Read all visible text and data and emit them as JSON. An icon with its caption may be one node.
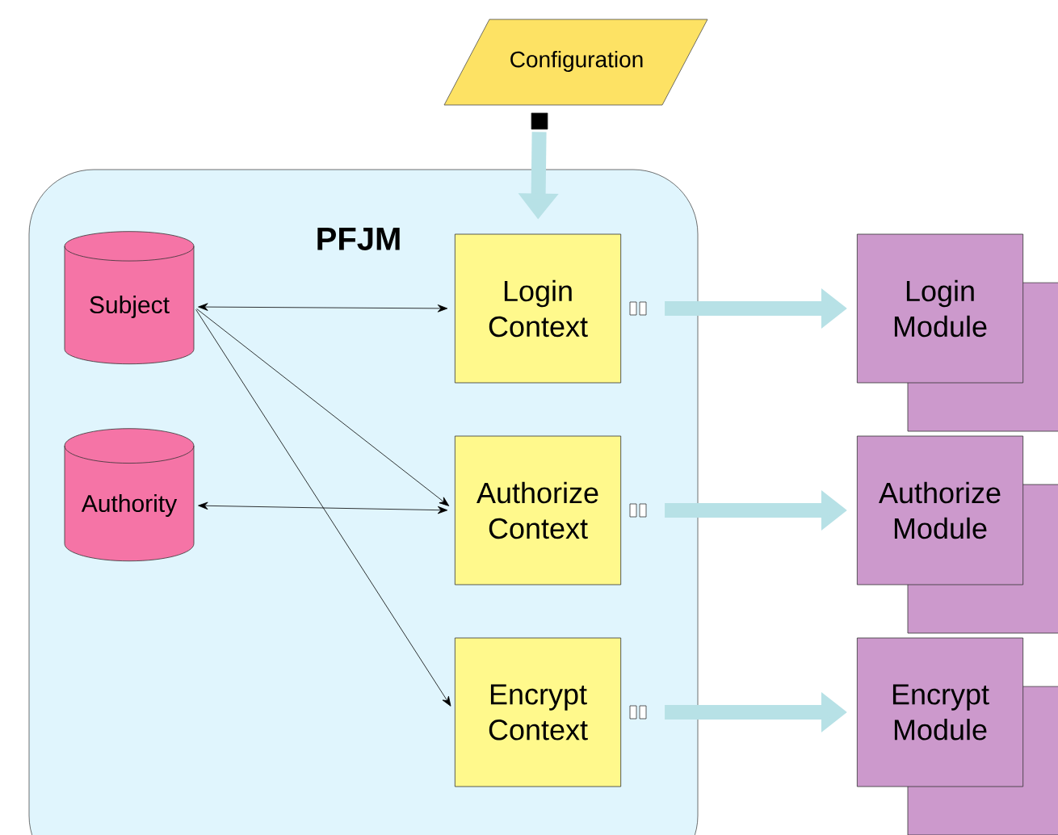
{
  "diagram": {
    "nodes": [
      {
        "text": [
          "Configuration"
        ]
      },
      {
        "text": [
          "PFJM"
        ]
      },
      {
        "text": [
          "Subject"
        ],
        "in": 1
      },
      {
        "text": [
          "Authority"
        ],
        "in": 1
      },
      {
        "text": [
          "Login Context"
        ],
        "in": 1
      },
      {
        "text": [
          "Authorize Context"
        ],
        "in": 1
      },
      {
        "text": [
          "Encrypt Context"
        ],
        "in": 1
      },
      {
        "text": [
          "Login Module"
        ]
      },
      {
        "text": [
          "Authorize Module"
        ]
      },
      {
        "text": [
          "Encrypt Module"
        ]
      }
    ],
    "edges": [
      {
        "from": 0,
        "to": 4,
        "arrow": "to",
        "style": "thick",
        "color": "#b7e1e6"
      },
      {
        "from": 2,
        "to": 4,
        "arrow": "both",
        "color": "#000000"
      },
      {
        "from": 2,
        "to": 5,
        "arrow": "to",
        "color": "#000000"
      },
      {
        "from": 2,
        "to": 6,
        "arrow": "to",
        "color": "#000000"
      },
      {
        "from": 3,
        "to": 5,
        "arrow": "both",
        "color": "#000000"
      },
      {
        "from": 4,
        "to": 7,
        "arrow": "to",
        "style": "thick",
        "color": "#b7e1e6"
      },
      {
        "from": 5,
        "to": 8,
        "arrow": "to",
        "style": "thick",
        "color": "#b7e1e6"
      },
      {
        "from": 6,
        "to": 9,
        "arrow": "to",
        "style": "thick",
        "color": "#b7e1e6"
      }
    ]
  }
}
